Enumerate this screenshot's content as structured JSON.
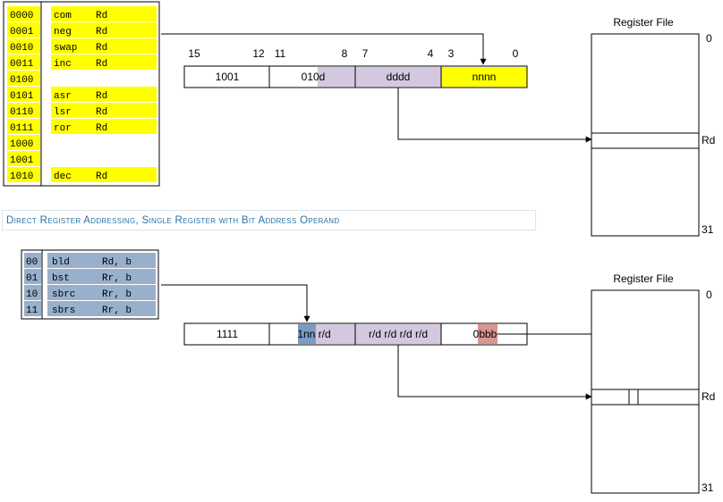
{
  "top": {
    "opcode_table": [
      {
        "code": "0000",
        "mnemonic": "com",
        "operand": "Rd"
      },
      {
        "code": "0001",
        "mnemonic": "neg",
        "operand": "Rd"
      },
      {
        "code": "0010",
        "mnemonic": "swap",
        "operand": "Rd"
      },
      {
        "code": "0011",
        "mnemonic": "inc",
        "operand": "Rd"
      },
      {
        "code": "0100",
        "mnemonic": "",
        "operand": ""
      },
      {
        "code": "0101",
        "mnemonic": "asr",
        "operand": "Rd"
      },
      {
        "code": "0110",
        "mnemonic": "lsr",
        "operand": "Rd"
      },
      {
        "code": "0111",
        "mnemonic": "ror",
        "operand": "Rd"
      },
      {
        "code": "1000",
        "mnemonic": "",
        "operand": ""
      },
      {
        "code": "1001",
        "mnemonic": "",
        "operand": ""
      },
      {
        "code": "1010",
        "mnemonic": "dec",
        "operand": "Rd"
      }
    ],
    "bit_numbers": [
      "15",
      "12",
      "11",
      "8",
      "7",
      "4",
      "3",
      "0"
    ],
    "fields": [
      "1001",
      "010d",
      "dddd",
      "nnnn"
    ],
    "register_file": {
      "title": "Register File",
      "top_index": "0",
      "row_label": "Rd",
      "bottom_index": "31"
    }
  },
  "section_heading": "Direct Register Addressing, Single Register with Bit Address Operand",
  "bottom": {
    "opcode_table": [
      {
        "code": "00",
        "mnemonic": "bld",
        "operand": "Rd, b"
      },
      {
        "code": "01",
        "mnemonic": "bst",
        "operand": "Rr, b"
      },
      {
        "code": "10",
        "mnemonic": "sbrc",
        "operand": "Rr, b"
      },
      {
        "code": "11",
        "mnemonic": "sbrs",
        "operand": "Rr, b"
      }
    ],
    "fields": [
      "1111",
      "1nn r/d",
      "r/d r/d r/d r/d",
      "0bbb"
    ],
    "register_file": {
      "title": "Register File",
      "top_index": "0",
      "row_label": "Rd",
      "bottom_index": "31"
    }
  },
  "colors": {
    "yellow": "#ffff00",
    "lavender": "#d4c8e0",
    "steel_blue": "#98b0cc",
    "blue_mark": "#7a9cc4",
    "salmon": "#d99591",
    "heading_text": "#2a74a8"
  }
}
